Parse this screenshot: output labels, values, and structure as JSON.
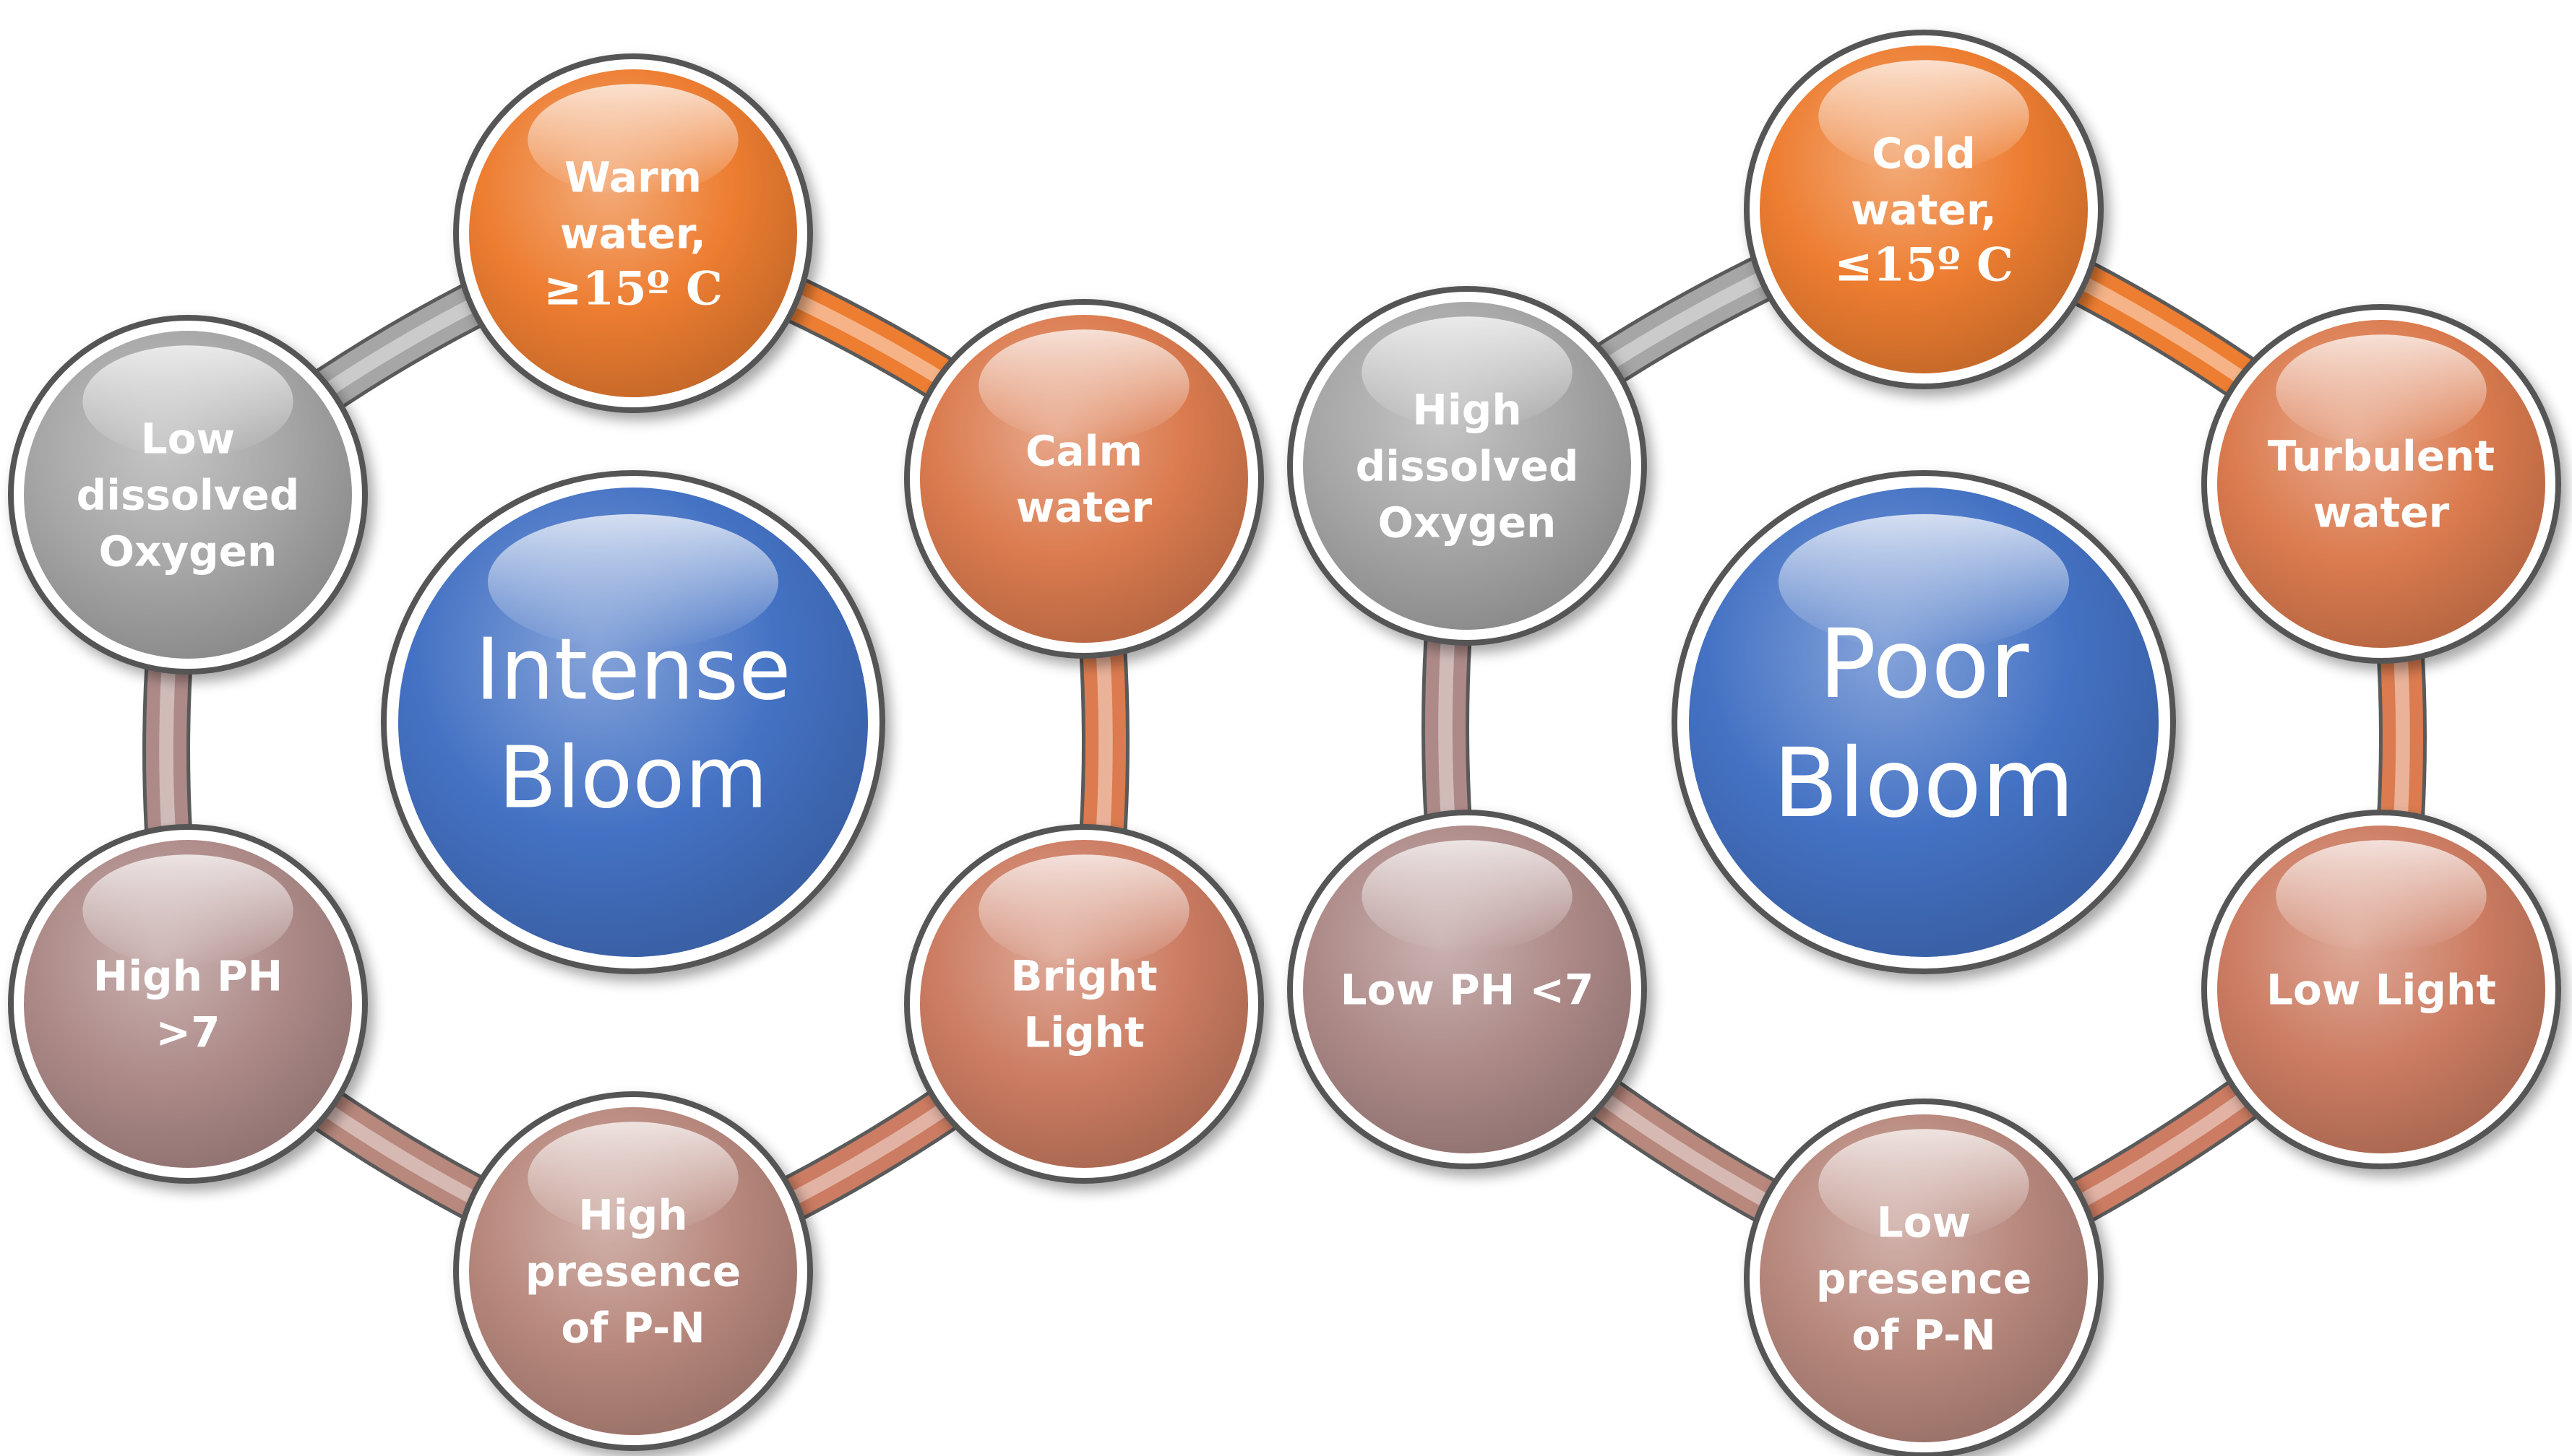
{
  "colors": {
    "center": "#4472c4",
    "orange": "#ed7d31",
    "terracotta": "#db7b4f",
    "clay": "#cc7c62",
    "rosewood": "#b8887d",
    "mauve": "#ad8a88",
    "grey": "#a6a6a6"
  },
  "diagrams": [
    {
      "center": {
        "lines": [
          "Intense",
          "Bloom"
        ]
      },
      "satellites": [
        {
          "lines": [
            "Warm",
            "water,",
            "≥15º C"
          ],
          "color": "orange"
        },
        {
          "lines": [
            "Calm",
            "water"
          ],
          "color": "terracotta"
        },
        {
          "lines": [
            "Bright",
            "Light"
          ],
          "color": "clay"
        },
        {
          "lines": [
            "High",
            "presence",
            "of P-N"
          ],
          "color": "rosewood"
        },
        {
          "lines": [
            "High PH",
            ">7"
          ],
          "color": "mauve"
        },
        {
          "lines": [
            "Low",
            "dissolved",
            "Oxygen"
          ],
          "color": "grey"
        }
      ]
    },
    {
      "center": {
        "lines": [
          "Poor",
          "Bloom"
        ]
      },
      "satellites": [
        {
          "lines": [
            "Cold",
            "water,",
            "≤15º C"
          ],
          "color": "orange"
        },
        {
          "lines": [
            "Turbulent",
            "water"
          ],
          "color": "terracotta"
        },
        {
          "lines": [
            "Low Light"
          ],
          "color": "clay"
        },
        {
          "lines": [
            "Low",
            "presence",
            "of P-N"
          ],
          "color": "rosewood"
        },
        {
          "lines": [
            "Low PH <7"
          ],
          "color": "mauve"
        },
        {
          "lines": [
            "High",
            "dissolved",
            "Oxygen"
          ],
          "color": "grey"
        }
      ]
    }
  ]
}
